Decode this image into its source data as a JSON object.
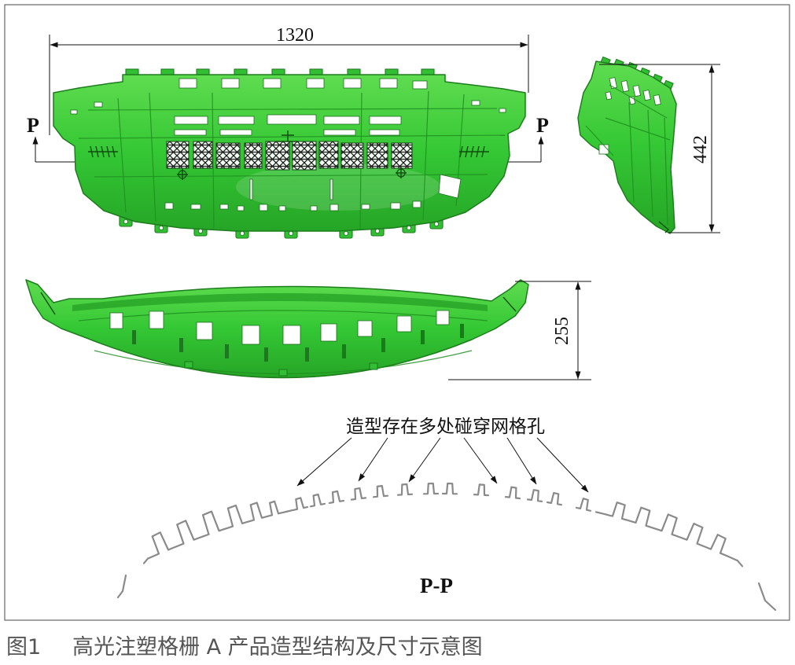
{
  "figure": {
    "dimensions": {
      "width_label": "1320",
      "height_label": "442",
      "depth_label": "255"
    },
    "section_markers": {
      "left": "P",
      "right": "P"
    },
    "annotation": "造型存在多处碰穿网格孔",
    "section_label": "P-P",
    "caption": {
      "number": "图1",
      "text": "高光注塑格栅 A 产品造型结构及尺寸示意图"
    }
  },
  "colors": {
    "part_green": "#35c935",
    "part_outline": "#1d7d1d",
    "line": "#111111",
    "section_line": "#8a8a8a",
    "caption_text": "#555555"
  }
}
